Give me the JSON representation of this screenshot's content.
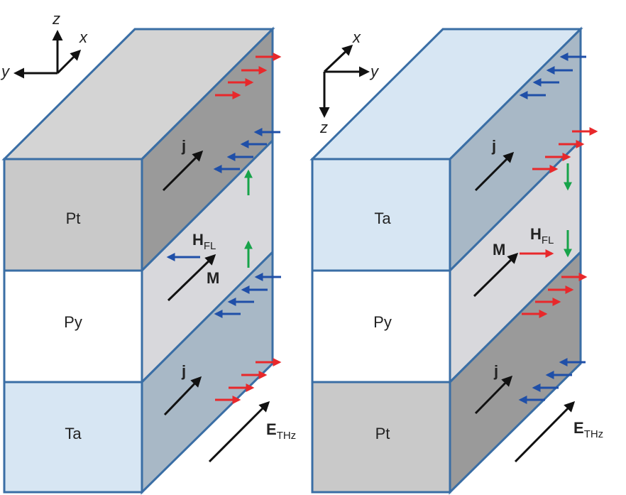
{
  "colors": {
    "edge": "#3a6ea5",
    "pt_front": "#c9c9c9",
    "pt_side": "#9a9a9a",
    "pt_top": "#d4d4d4",
    "py_front": "#ffffff",
    "py_side": "#d8d8dc",
    "ta_front": "#d7e6f3",
    "ta_side": "#a8b8c6",
    "ta_top": "#d7e6f3",
    "red_arrow": "#e8282b",
    "blue_arrow": "#1f4fa8",
    "green_arrow": "#17a34a",
    "black_arrow": "#111111"
  },
  "left_stack": {
    "axes": {
      "z": "z",
      "x": "x",
      "y": "y"
    },
    "layers": {
      "top": "Pt",
      "middle": "Py",
      "bottom": "Ta"
    },
    "labels": {
      "j_top": "j",
      "h_main": "H",
      "h_sub": "FL",
      "m": "M",
      "j_bottom": "j",
      "e_main": "E",
      "e_sub": "THz"
    }
  },
  "right_stack": {
    "axes": {
      "x": "x",
      "y": "y",
      "z": "z"
    },
    "layers": {
      "top": "Ta",
      "middle": "Py",
      "bottom": "Pt"
    },
    "labels": {
      "j_top": "j",
      "h_main": "H",
      "h_sub": "FL",
      "m": "M",
      "j_bottom": "j",
      "e_main": "E",
      "e_sub": "THz"
    }
  }
}
